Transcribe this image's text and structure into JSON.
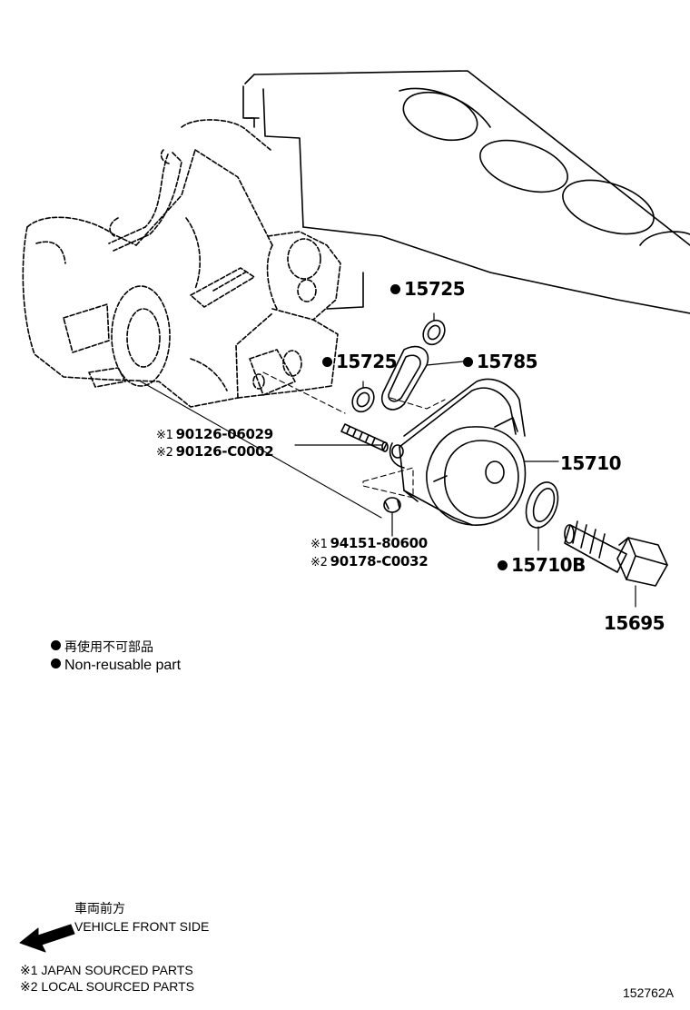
{
  "callouts": {
    "seal_upper": "15725",
    "seal_lower": "15725",
    "gasket": "15785",
    "pump": "15710",
    "oring": "15710B",
    "union_bolt": "15695"
  },
  "stud": {
    "mark1": "※1",
    "part1": "90126-06029",
    "mark2": "※2",
    "part2": "90126-C0002"
  },
  "nut": {
    "mark1": "※1",
    "part1": "94151-80600",
    "mark2": "※2",
    "part2": "90178-C0032"
  },
  "legend": {
    "jp": "再使用不可部品",
    "en": "Non-reusable part"
  },
  "front_side": {
    "jp": "車両前方",
    "en": "VEHICLE FRONT SIDE"
  },
  "notes": {
    "japan": "※1 JAPAN SOURCED PARTS",
    "local": "※2 LOCAL SOURCED PARTS"
  },
  "figure_id": "152762A"
}
